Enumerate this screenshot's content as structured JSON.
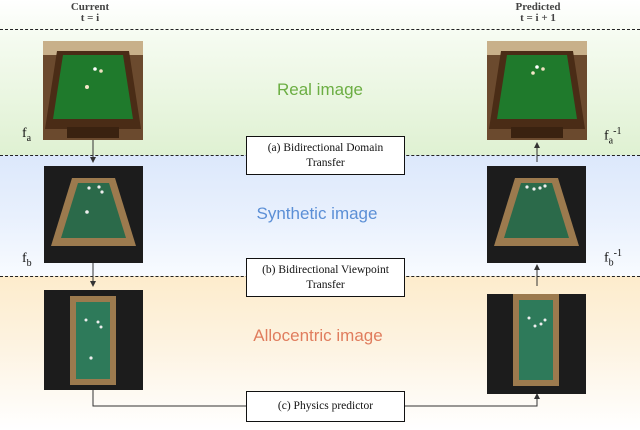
{
  "header": {
    "current_label": "Current",
    "current_time": "t = i",
    "predicted_label": "Predicted",
    "predicted_time": "t = i + 1"
  },
  "bands": {
    "real": {
      "label": "Real image",
      "color": "#6cae43"
    },
    "synthetic": {
      "label": "Synthetic image",
      "color": "#5b8fd6"
    },
    "allocentric": {
      "label": "Allocentric image",
      "color": "#e07d5e"
    }
  },
  "boxes": {
    "domain": {
      "line1": "(a) Bidirectional Domain",
      "line2": "Transfer"
    },
    "viewpoint": {
      "line1": "(b) Bidirectional Viewpoint",
      "line2": "Transfer"
    },
    "physics": {
      "label": "(c) Physics predictor"
    }
  },
  "functions": {
    "fa": {
      "base": "f",
      "sub": "a"
    },
    "fa_inv": {
      "base": "f",
      "sub": "a",
      "sup": "-1"
    },
    "fb": {
      "base": "f",
      "sub": "b"
    },
    "fb_inv": {
      "base": "f",
      "sub": "b",
      "sup": "-1"
    }
  },
  "colors": {
    "felt": "#1f7a2c",
    "rail": "#a07a4a",
    "board": "#1c1c1c",
    "synthetic_felt": "#2b6a4a",
    "allocentric_felt": "#2e7a5a"
  },
  "images": [
    {
      "name": "real-current-image",
      "type": "photo"
    },
    {
      "name": "real-predicted-image",
      "type": "photo"
    },
    {
      "name": "synthetic-current-image",
      "type": "synthetic"
    },
    {
      "name": "synthetic-predicted-image",
      "type": "synthetic"
    },
    {
      "name": "allocentric-current-image",
      "type": "allocentric"
    },
    {
      "name": "allocentric-predicted-image",
      "type": "allocentric"
    }
  ]
}
